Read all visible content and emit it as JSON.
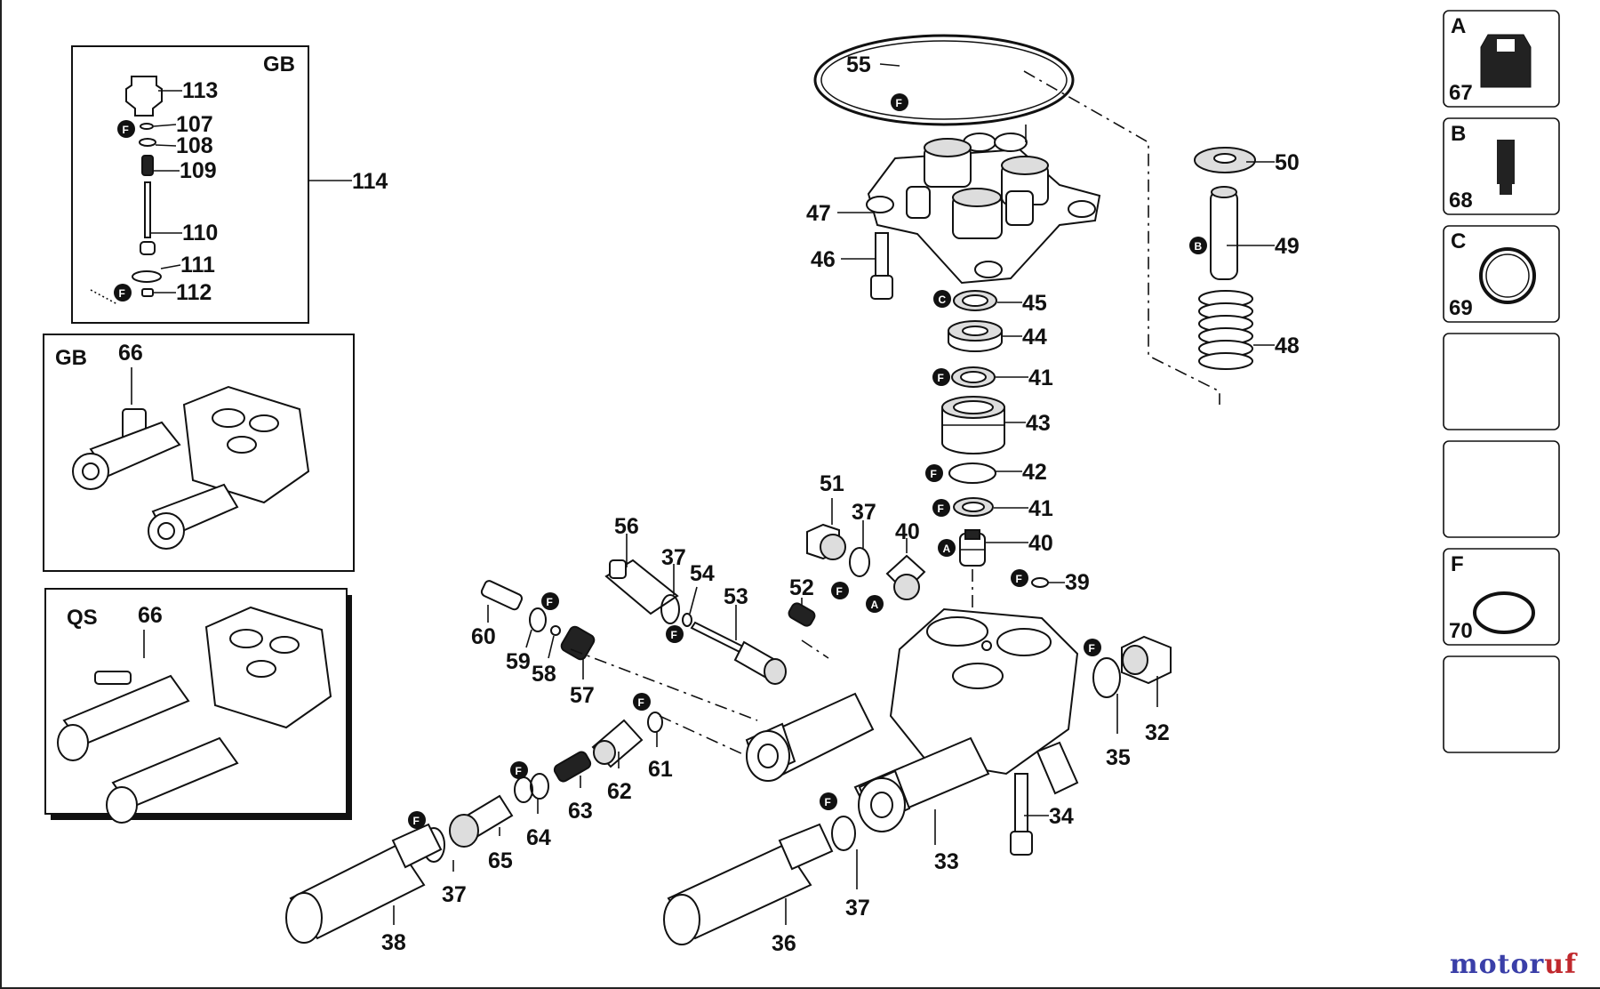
{
  "callouts": {
    "p113": "113",
    "p107": "107",
    "p108": "108",
    "p109": "109",
    "p110": "110",
    "p111": "111",
    "p112": "112",
    "p114": "114",
    "p66a": "66",
    "p66b": "66",
    "p55": "55",
    "p47": "47",
    "p46": "46",
    "p45": "45",
    "p44": "44",
    "p41a": "41",
    "p43": "43",
    "p42": "42",
    "p41b": "41",
    "p40a": "40",
    "p40b": "40",
    "p39": "39",
    "p50": "50",
    "p49": "49",
    "p48": "48",
    "p51": "51",
    "p37a": "37",
    "p56": "56",
    "p37b": "37",
    "p54": "54",
    "p53": "53",
    "p52": "52",
    "p60": "60",
    "p59": "59",
    "p58": "58",
    "p57": "57",
    "p61": "61",
    "p62": "62",
    "p63": "63",
    "p64": "64",
    "p65": "65",
    "p37c": "37",
    "p38": "38",
    "p36": "36",
    "p37d": "37",
    "p33": "33",
    "p34": "34",
    "p35": "35",
    "p32": "32"
  },
  "inset_titles": {
    "gb_top": "GB",
    "gb_mid": "GB",
    "qs": "QS"
  },
  "badges": {
    "f": "F",
    "a": "A",
    "b": "B",
    "c": "C"
  },
  "legend": [
    {
      "letter": "A",
      "number": "67",
      "icon": "seal-kit-icon"
    },
    {
      "letter": "B",
      "number": "68",
      "icon": "piston-icon"
    },
    {
      "letter": "C",
      "number": "69",
      "icon": "seal-ring-icon"
    },
    {
      "letter": "",
      "number": "",
      "icon": ""
    },
    {
      "letter": "",
      "number": "",
      "icon": ""
    },
    {
      "letter": "F",
      "number": "70",
      "icon": "o-ring-icon"
    },
    {
      "letter": "",
      "number": "",
      "icon": ""
    }
  ],
  "watermark": {
    "text": "motoruf",
    "colors": [
      "#3a3fa8",
      "#c0282d"
    ]
  }
}
